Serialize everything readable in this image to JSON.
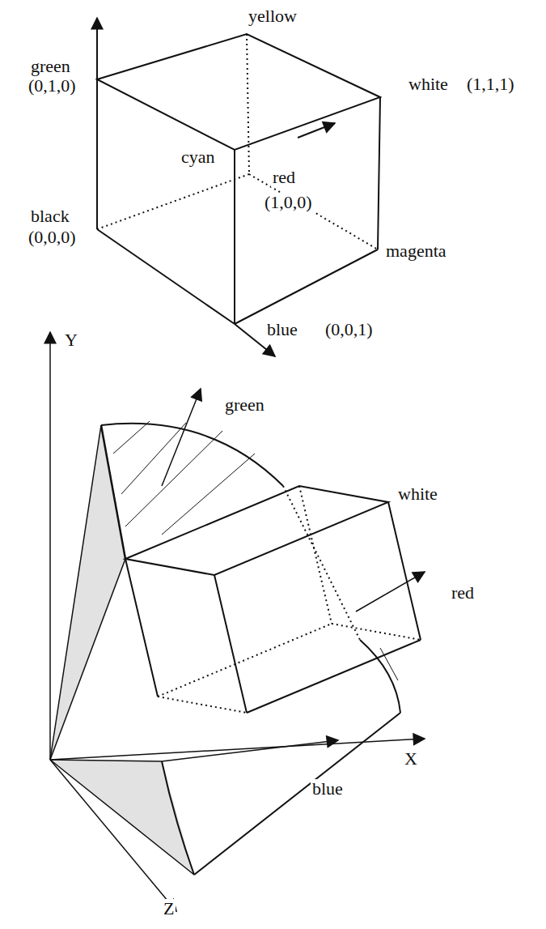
{
  "diagram": {
    "labels": [
      "yellow",
      "green",
      "(0,1,0)",
      "white",
      "(1,1,1)",
      "cyan",
      "red",
      "(1,0,0)",
      "black",
      "(0,0,0)",
      "magenta",
      "blue",
      "(0,0,1)",
      "Y",
      "green",
      "white",
      "red",
      "X",
      "blue",
      "Z"
    ]
  }
}
